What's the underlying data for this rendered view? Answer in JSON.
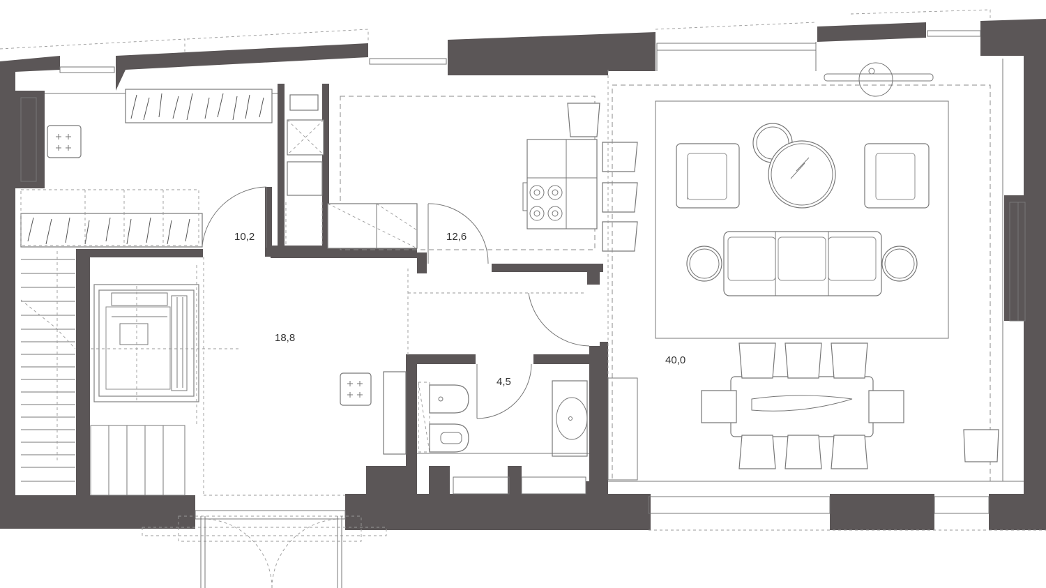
{
  "plan": {
    "rooms": [
      {
        "key": "room-10-2",
        "area": "10,2"
      },
      {
        "key": "room-12-6",
        "area": "12,6"
      },
      {
        "key": "room-18-8",
        "area": "18,8"
      },
      {
        "key": "room-4-5",
        "area": "4,5"
      },
      {
        "key": "room-40-0",
        "area": "40,0"
      }
    ],
    "colors": {
      "wall": "#5b5657",
      "line": "#777777",
      "background": "#ffffff"
    }
  }
}
